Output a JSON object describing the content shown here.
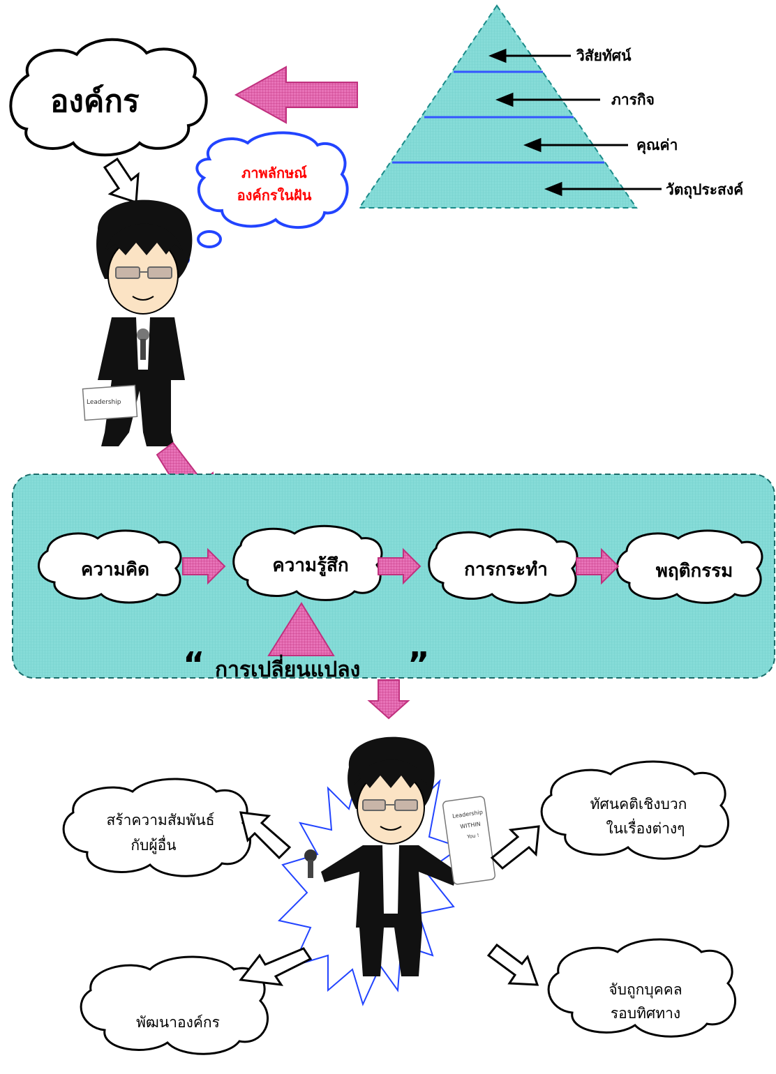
{
  "top": {
    "org_cloud": "องค์กร",
    "dream_cloud_line1": "ภาพลักษณ์",
    "dream_cloud_line2": "องค์กรในฝัน"
  },
  "pyramid": {
    "levels": [
      "วิสัยทัศน์",
      "ภารกิจ",
      "คุณค่า",
      "วัตถุประสงค์"
    ]
  },
  "person_top": {
    "paper_text": "Leadership"
  },
  "process": {
    "steps": [
      "ความคิด",
      "ความรู้สึก",
      "การกระทำ",
      "พฤติกรรม"
    ],
    "change_label": "การเปลี่ยนแปลง",
    "quote_open": "“",
    "quote_close": "”"
  },
  "person_bottom": {
    "paper_line1": "Leadership",
    "paper_line2": "WITHIN",
    "paper_line3": "You !"
  },
  "outcomes": {
    "relationships_line1": "สร้าความสัมพันธ์",
    "relationships_line2": "กับผู้อื่น",
    "positive_line1": "ทัศนคติเชิงบวก",
    "positive_line2": "ในเรื่องต่างๆ",
    "develop": "พัฒนาองค์กร",
    "catch_line1": "จับถูกบุคคล",
    "catch_line2": "รอบทิศทาง"
  },
  "colors": {
    "teal": "#7fd8d5",
    "pink": "#f080c0",
    "pink_dark": "#c0307e",
    "blue_line": "#3355ff",
    "red_text": "#ff0000"
  }
}
